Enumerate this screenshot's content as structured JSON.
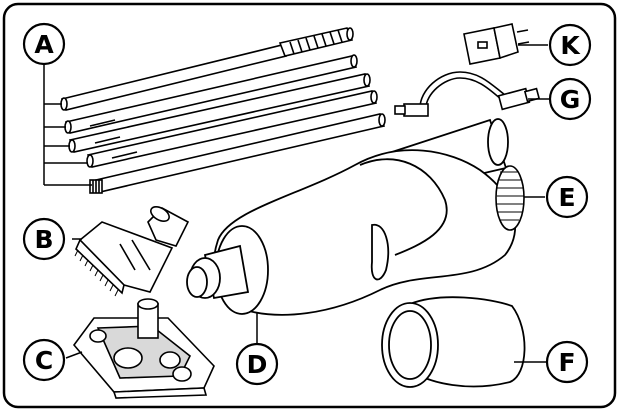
{
  "labels": {
    "A": "A",
    "B": "B",
    "C": "C",
    "D": "D",
    "E": "E",
    "F": "F",
    "G": "G",
    "K": "K"
  },
  "colors": {
    "stroke": "#000000",
    "fill": "#ffffff",
    "shade": "#d9d9d9"
  }
}
